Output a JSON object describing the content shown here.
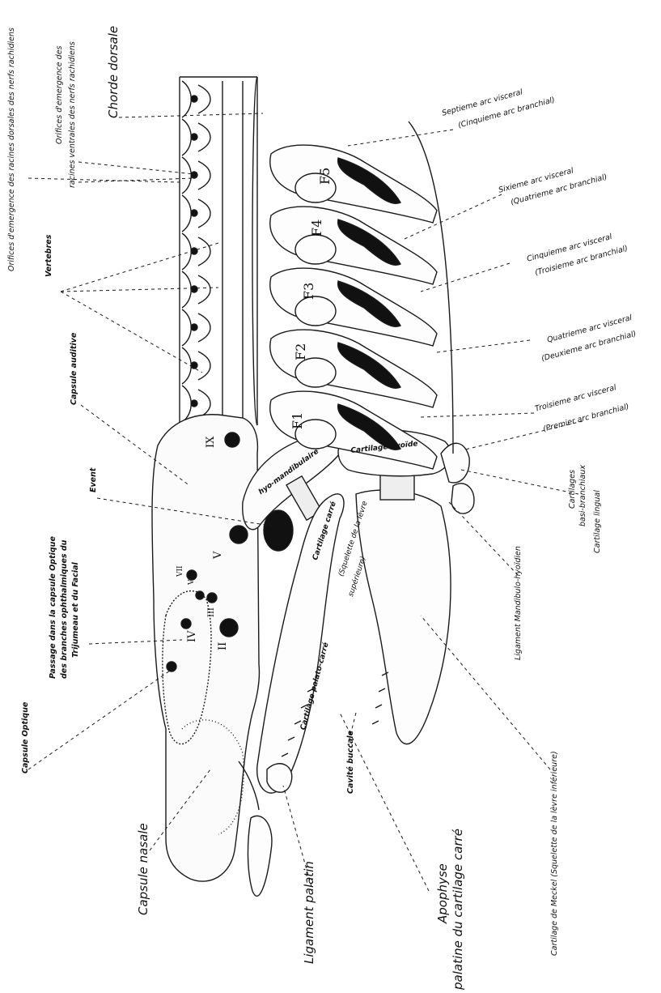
{
  "labels": {
    "orifices_dorsal": "Orifices d'emergence des racines dorsales des nerfs rachidiens",
    "orifices_ventral_1": "Orifices d'emergence des",
    "orifices_ventral_2": "racines ventrales des nerfs rachidiens",
    "chorde": "Chorde dorsale",
    "vertebres": "Vertebres",
    "capsule_auditive": "Capsule auditive",
    "event": "Event",
    "passage_1": "Passage dans la capsule Optique",
    "passage_2": "des branches ophthalmiques du",
    "passage_3": "Trijumeau et du Facial",
    "capsule_optique": "Capsule Optique",
    "capsule_nasale": "Capsule nasale",
    "ligament_palatin": "Ligament palatin",
    "apophyse_1": "Apophyse",
    "apophyse_2": "palatine du cartilage carré",
    "cavite_buccale": "Cavité buccale",
    "meckel": "Cartilage de Meckel (Squelette de la lèvre inférieure)",
    "ligament_mandibulo": "Ligament Mandibulo-hyoïdien",
    "cartilage_lingual": "Cartilage lingual",
    "cartilages_basi_1": "Cartilages",
    "cartilages_basi_2": "basi-branchiaux",
    "arc7_a": "Septieme arc visceral",
    "arc7_b": "(Cinquieme arc branchial)",
    "arc6_a": "Sixieme arc visceral",
    "arc6_b": "(Quatrieme arc branchial)",
    "arc5_a": "Cinquieme arc visceral",
    "arc5_b": "(Troisieme arc branchial)",
    "arc4_a": "Quatrieme arc visceral",
    "arc4_b": "(Deuxieme arc branchial)",
    "arc3_a": "Troisieme arc visceral",
    "arc3_b": "(Premier arc branchial)",
    "hyo_mandibulaire": "hyo-mandibulaire",
    "cartilage_hyoide": "Cartilage hyoïde",
    "cartilage_carre": "Cartilage carré",
    "squelette_sup_1": "(Squelette de la lèvre",
    "squelette_sup_2": "supérieure)",
    "palato_carre": "Cartilage palato-carré"
  },
  "nerves": [
    "IX",
    "V",
    "VII",
    "V",
    "III",
    "IV",
    "II"
  ],
  "arches": [
    "F1",
    "F2",
    "F3",
    "F4",
    "F5"
  ]
}
